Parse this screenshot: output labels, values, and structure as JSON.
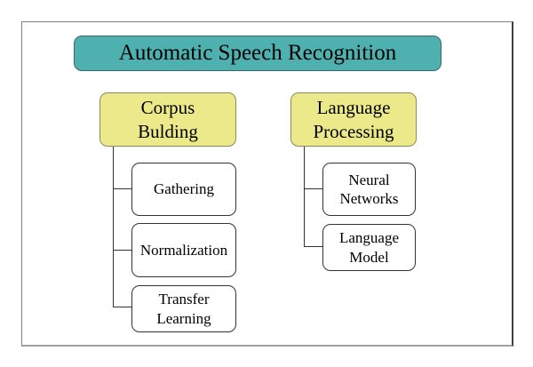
{
  "diagram": {
    "title": "Automatic Speech Recognition",
    "colors": {
      "root_fill": "#4fb0b0",
      "branch_fill": "#ebe98a",
      "leaf_fill": "#ffffff"
    },
    "branches": [
      {
        "label": "Corpus\nBulding",
        "children": [
          {
            "label": "Gathering"
          },
          {
            "label": "Normalization"
          },
          {
            "label": "Transfer\nLearning"
          }
        ]
      },
      {
        "label": "Language\nProcessing",
        "children": [
          {
            "label": "Neural\nNetworks"
          },
          {
            "label": "Language\nModel"
          }
        ]
      }
    ]
  }
}
